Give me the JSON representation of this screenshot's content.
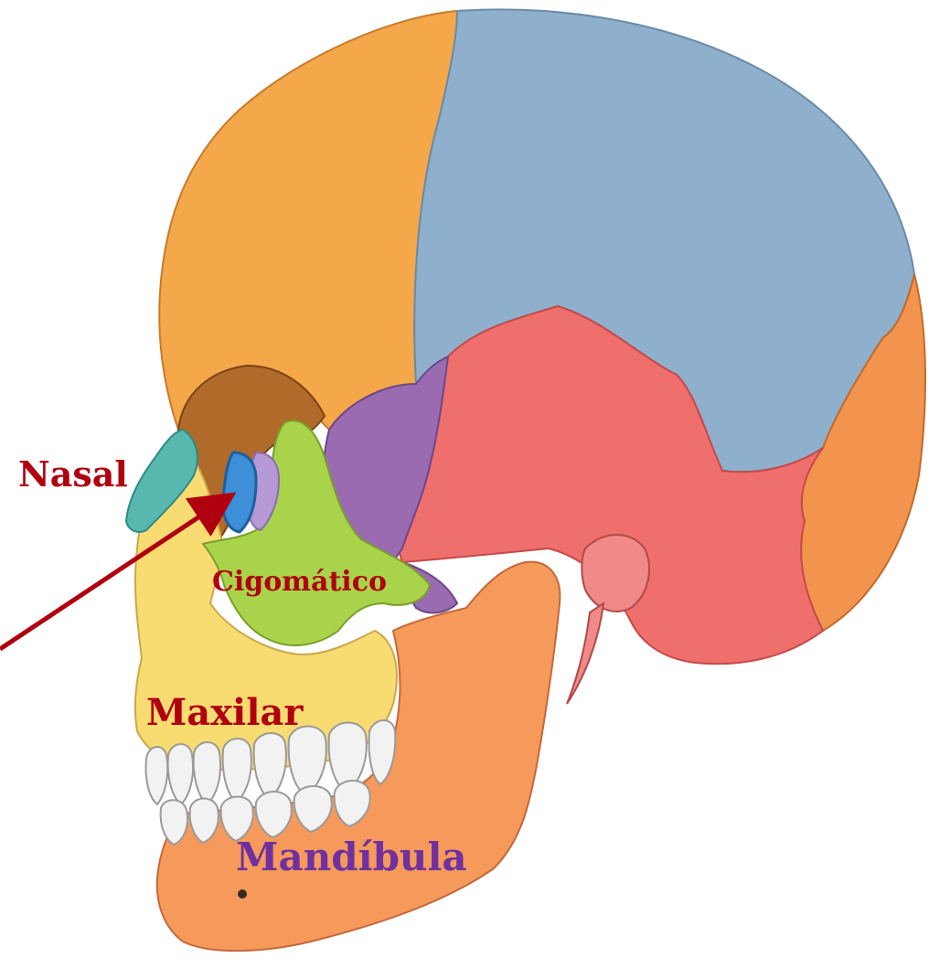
{
  "labels": {
    "nasal": "Nasal",
    "cigomatico": "Cigomático",
    "maxilar": "Maxilar",
    "mandibula": "Mandíbula"
  },
  "colors": {
    "label_red": "#b00010",
    "label_purple": "#7030a0",
    "arrow": "#b00010",
    "frontal": "#f5a84a",
    "parietal": "#8fb0cc",
    "temporal": "#ef6f6c",
    "occipital": "#f3944e",
    "sphenoid": "#9a6bb0",
    "zygomatic": "#a9d34a",
    "maxilla": "#f8dc72",
    "mandible": "#f59a5a",
    "nasal_bone": "#58b8b0",
    "lacrimal": "#3d8fd8",
    "ethmoid": "#b59ad6",
    "teeth": "#f2f2f2"
  }
}
